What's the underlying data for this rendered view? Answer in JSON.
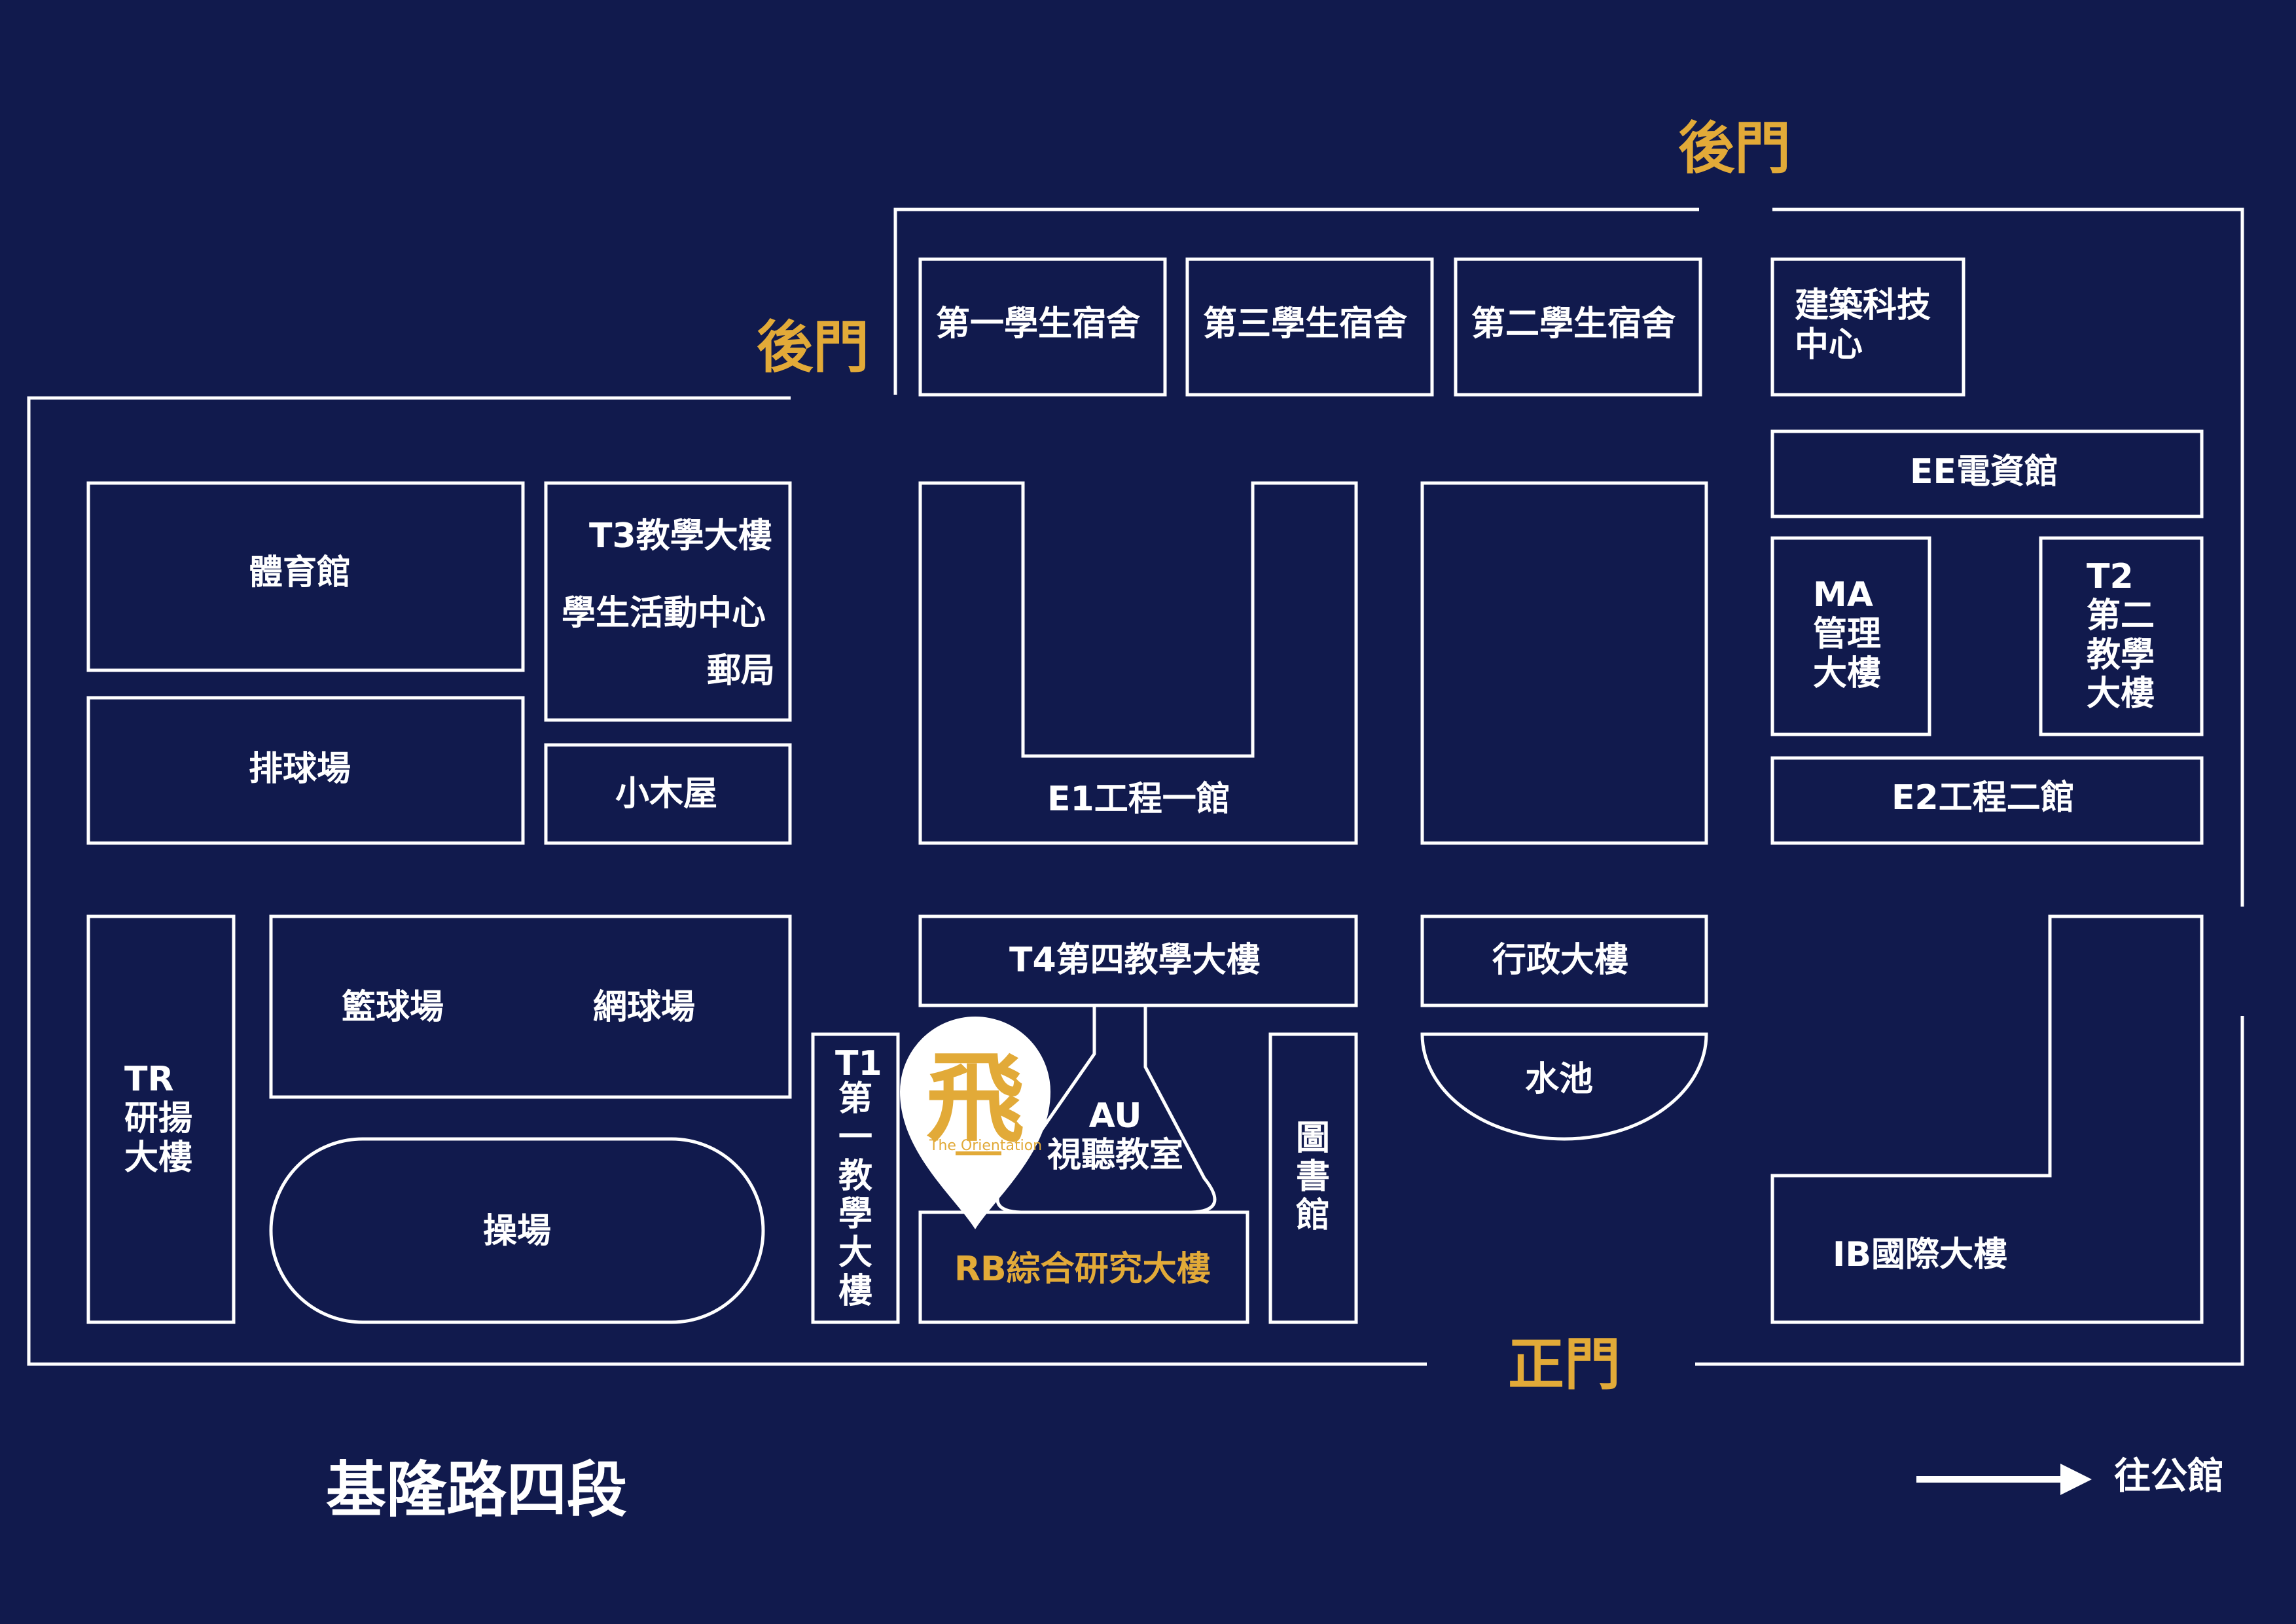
{
  "colors": {
    "background": "#111a4d",
    "line": "#ffffff",
    "accent": "#e2aa38"
  },
  "gates": {
    "back_gate_top": "後門",
    "back_gate_left": "後門",
    "main_gate": "正門"
  },
  "buildings": {
    "dorm1": "第一學生宿舍",
    "dorm3": "第三學生宿舍",
    "dorm2": "第二學生宿舍",
    "arch_center": "建築科技\n中心",
    "ee": "EE電資館",
    "ma": "MA\n管理\n大樓",
    "t2": "T2\n第二\n教學\n大樓",
    "e2": "E2工程二館",
    "gym": "體育館",
    "t3": "T3教學大樓",
    "student_center": "學生活動中心",
    "post_office": "郵局",
    "volleyball": "排球場",
    "cabin": "小木屋",
    "e1": "E1工程一館",
    "t4": "T4第四教學大樓",
    "admin": "行政大樓",
    "pond": "水池",
    "basketball": "籃球場",
    "tennis": "網球場",
    "tr": "TR\n研揚\n大樓",
    "field": "操場",
    "t1_code": "T1",
    "t1_name": "第一教學大樓",
    "au": "AU\n視聽教室",
    "library": "圖書館",
    "rb": "RB綜合研究大樓",
    "ib": "IB國際大樓"
  },
  "road": "基隆路四段",
  "directions": {
    "to_gongguan": "往公館"
  },
  "marker": {
    "glyph": "飛",
    "caption": "The Orientation",
    "icon": "map-pin-icon"
  }
}
